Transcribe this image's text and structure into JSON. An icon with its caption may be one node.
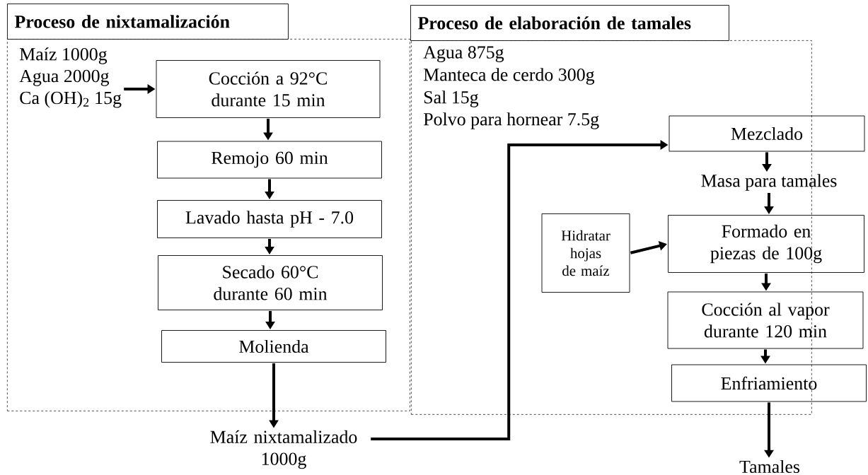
{
  "diagram": {
    "nodes": [
      {
        "text": [
          "Proceso de nixtamalización"
        ]
      },
      {
        "text": [
          "Proceso de elaboración de tamales"
        ]
      },
      {
        "text": [
          "Maíz 1000g",
          "Agua 2000g",
          "Ca (OH)$_{2}$ 15g"
        ],
        "in": 0
      },
      {
        "text": [
          "Cocción a 92°C durante 15 min"
        ],
        "in": 0
      },
      {
        "text": [
          "Remojo 60 min"
        ],
        "in": 0
      },
      {
        "text": [
          "Lavado hasta pH - 7.0"
        ],
        "in": 0
      },
      {
        "text": [
          "Secado 60°C durante 60 min"
        ],
        "in": 0
      },
      {
        "text": [
          "Molienda"
        ],
        "in": 0
      },
      {
        "text": [
          "Maíz nixtamalizado 1000g"
        ]
      },
      {
        "text": [
          "Mezclado"
        ]
      },
      {
        "text": [
          "Masa para tamales"
        ],
        "in": 1
      },
      {
        "text": [
          "Hidratar hojas de maíz"
        ],
        "in": 1
      },
      {
        "text": [
          "Formado en piezas de 100g"
        ]
      },
      {
        "text": [
          "Cocción al vapor durante 120 min"
        ]
      },
      {
        "text": [
          "Enfriamiento"
        ]
      },
      {
        "text": [
          "Tamales"
        ]
      }
    ],
    "edges": [
      {
        "from": 2,
        "to": 3,
        "arrow": "to"
      },
      {
        "from": 3,
        "to": 4,
        "arrow": "to"
      },
      {
        "from": 4,
        "to": 5,
        "arrow": "to"
      },
      {
        "from": 5,
        "to": 6,
        "arrow": "to"
      },
      {
        "from": 6,
        "to": 7,
        "arrow": "to"
      },
      {
        "from": 7,
        "to": 8,
        "arrow": "to"
      },
      {
        "from": 8,
        "to": 9,
        "arrow": "to"
      },
      {
        "from": 9,
        "to": 10,
        "arrow": "to"
      },
      {
        "from": 10,
        "to": 12,
        "arrow": "to"
      },
      {
        "from": 11,
        "to": 12,
        "arrow": "to"
      },
      {
        "from": 12,
        "to": 13,
        "arrow": "to"
      },
      {
        "from": 13,
        "to": 14,
        "arrow": "to"
      },
      {
        "from": 14,
        "to": 15,
        "arrow": "to"
      }
    ],
    "labels": [
      "Agua 875g",
      "Manteca de cerdo 300g",
      "Sal 15g",
      "Polvo para hornear 7.5g"
    ]
  }
}
